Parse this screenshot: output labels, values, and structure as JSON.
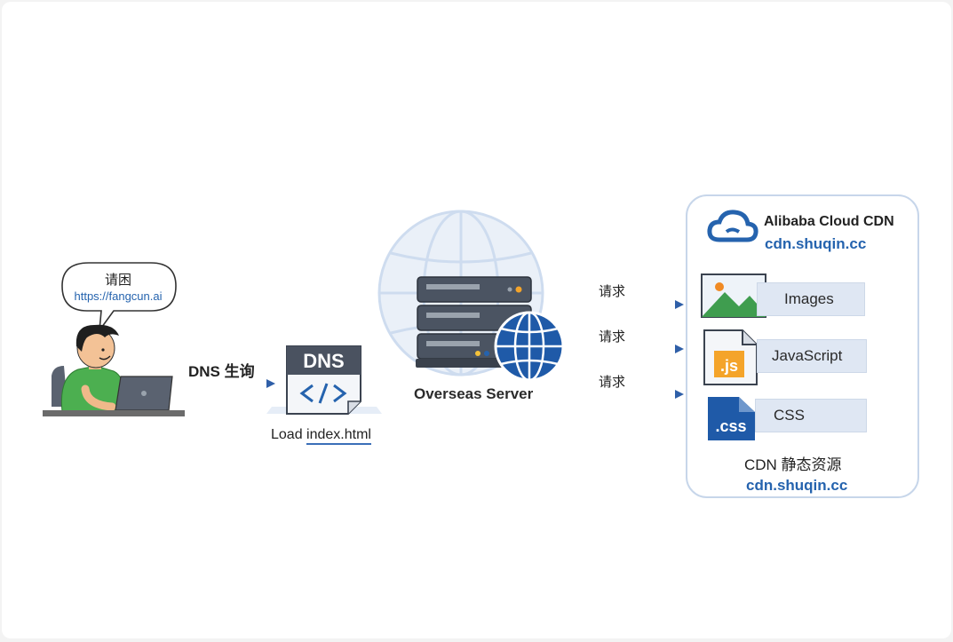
{
  "bubble": {
    "title": "请困",
    "url": "https://fangcun.ai"
  },
  "dns_query_label": "DNS 生询",
  "dns_doc_label": "DNS",
  "load_label": {
    "prefix": "Load ",
    "file": "index.html"
  },
  "server_label": "Overseas Server",
  "requests": [
    "请求",
    "请求",
    "请求"
  ],
  "cdn": {
    "title": "Alibaba Cloud CDN",
    "domain": "cdn.shuqin.cc",
    "resources": [
      {
        "label": "Images",
        "icon": "image-icon"
      },
      {
        "label": "JavaScript",
        "icon": "js-file-icon",
        "icon_text": ".js"
      },
      {
        "label": "CSS",
        "icon": "css-file-icon",
        "icon_text": ".css"
      }
    ],
    "caption": "CDN 静态资源",
    "caption_domain": "cdn.shuqin.cc"
  },
  "colors": {
    "arrow": "#2f5fa8",
    "link": "#2563ae",
    "globe": "#c9d9ee",
    "server": "#3c4552",
    "panel_border": "#c7d6ea",
    "resource_box": "#dfe7f3",
    "shirt": "#4caf50",
    "js_orange": "#f4a42a",
    "css_blue": "#2563ae"
  }
}
